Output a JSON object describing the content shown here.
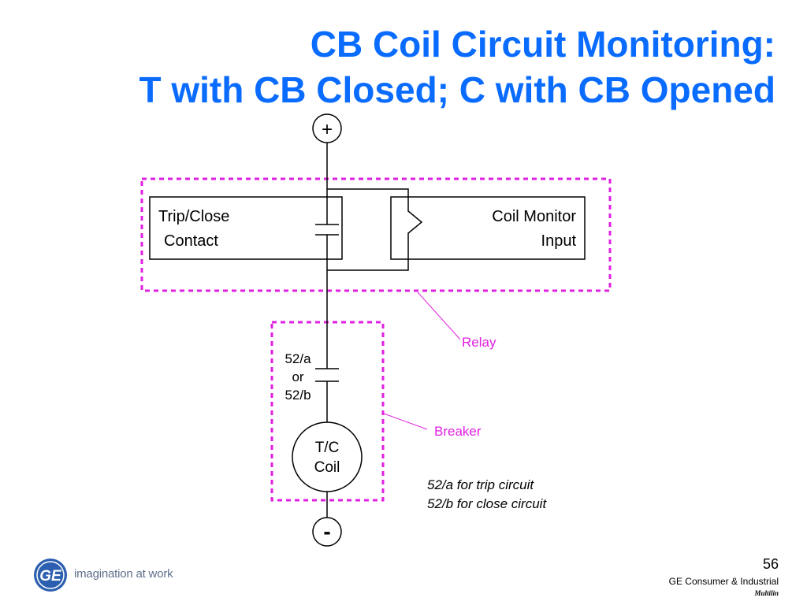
{
  "slide": {
    "title_line1": "CB Coil Circuit Monitoring:",
    "title_line2": "T with CB Closed; C with CB Opened"
  },
  "diagram": {
    "plus_label": "+",
    "minus_label": "-",
    "trip_close_line1": "Trip/Close",
    "trip_close_line2": "Contact",
    "coil_monitor_line1": "Coil Monitor",
    "coil_monitor_line2": "Input",
    "relay_label": "Relay",
    "contact_label_line1": "52/a",
    "contact_label_line2": "or",
    "contact_label_line3": "52/b",
    "breaker_label": "Breaker",
    "coil_line1": "T/C",
    "coil_line2": "Coil",
    "note_line1": "52/a for trip circuit",
    "note_line2": "52/b for close circuit",
    "annotation_color": "#e020e0"
  },
  "footer": {
    "page_number": "56",
    "company": "GE Consumer & Industrial",
    "sub_brand": "Multilin",
    "tagline": "imagination at work",
    "logo": "ge-monogram-logo"
  }
}
